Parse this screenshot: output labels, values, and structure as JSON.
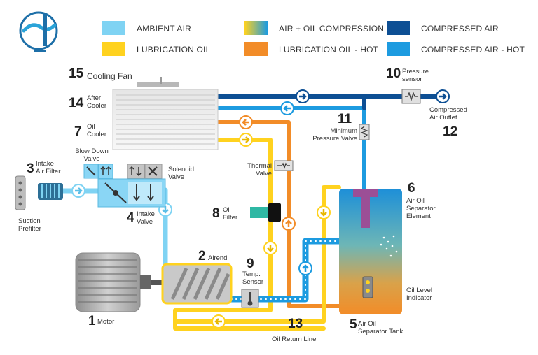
{
  "legend": {
    "ambient_air": "AMBIENT AIR",
    "lubrication_oil": "LUBRICATION OIL",
    "air_oil_compression": "AIR + OIL COMPRESSION",
    "lubrication_oil_hot": "LUBRICATION OIL - HOT",
    "compressed_air": "COMPRESSED AIR",
    "compressed_air_hot": "COMPRESSED AIR - HOT"
  },
  "colors": {
    "ambient_air": "#7fd3f3",
    "lubrication_oil": "#ffd21f",
    "lubrication_oil_hot": "#f28c28",
    "compressed_air": "#0d4f94",
    "compressed_air_hot": "#1d9be0",
    "separator_element": "#9b4f96"
  },
  "components": [
    {
      "number": "15",
      "lines": [
        "Cooling Fan"
      ]
    },
    {
      "number": "14",
      "lines": [
        "After",
        "Cooler"
      ]
    },
    {
      "number": "7",
      "lines": [
        "Oil",
        "Cooler"
      ]
    },
    {
      "number": "3",
      "lines": [
        "Intake",
        "Air Filter"
      ]
    },
    {
      "number": "",
      "lines": [
        "Blow Down",
        "Valve"
      ]
    },
    {
      "number": "",
      "lines": [
        "Solenoid",
        "Valve"
      ]
    },
    {
      "number": "4",
      "lines": [
        "Intake",
        "Valve"
      ]
    },
    {
      "number": "",
      "lines": [
        "Suction",
        "Prefilter"
      ]
    },
    {
      "number": "",
      "lines": [
        "Thermal",
        "Valve"
      ]
    },
    {
      "number": "8",
      "lines": [
        "Oil",
        "Filter"
      ]
    },
    {
      "number": "2",
      "lines": [
        "Airend"
      ]
    },
    {
      "number": "9",
      "lines": [
        "Temp.",
        "Sensor"
      ]
    },
    {
      "number": "1",
      "lines": [
        "Motor"
      ]
    },
    {
      "number": "10",
      "lines": [
        "Pressure",
        "sensor"
      ]
    },
    {
      "number": "11",
      "lines": [
        "Minimum",
        "Pressure Valve"
      ]
    },
    {
      "number": "12",
      "lines": [
        "Compressed",
        "Air Outlet"
      ]
    },
    {
      "number": "6",
      "lines": [
        "Air Oil",
        "Separator",
        "Element"
      ]
    },
    {
      "number": "",
      "lines": [
        "Oil Level",
        "Indicator"
      ]
    },
    {
      "number": "5",
      "lines": [
        "Air Oil",
        "Separator Tank"
      ]
    },
    {
      "number": "13",
      "lines": [
        "Oil Return Line"
      ]
    }
  ]
}
